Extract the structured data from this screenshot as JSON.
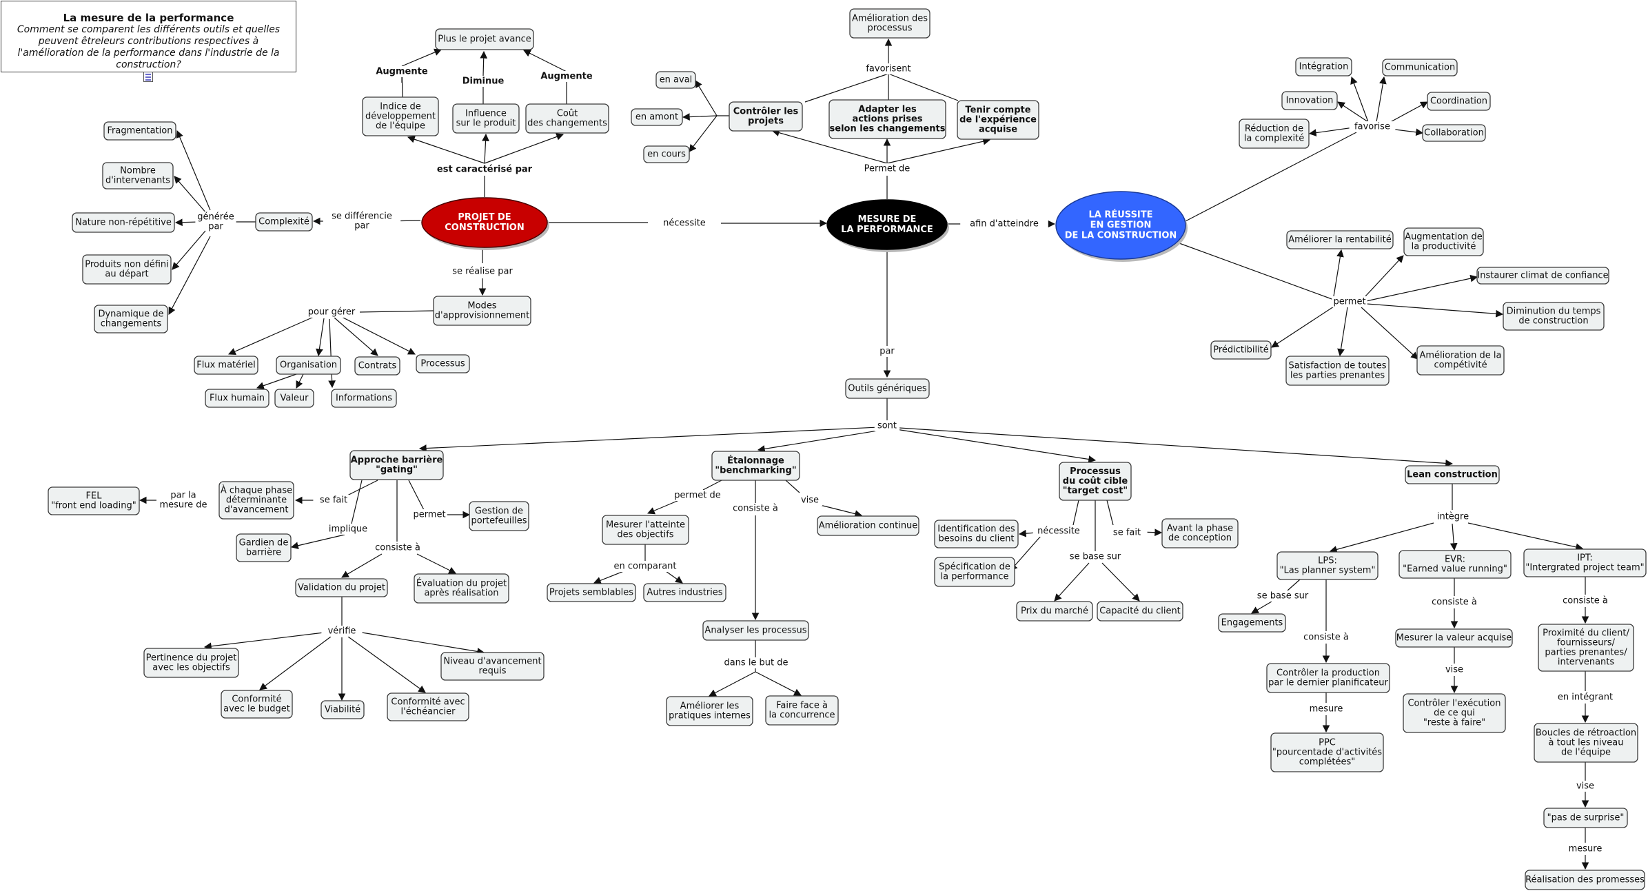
{
  "header": {
    "title": "La mesure de la performance",
    "question": "Comment se comparent les différents outils et quelles peuvent êtreleurs contributions respectives à l'amélioration de la performance dans l'industrie de la construction?"
  },
  "colors": {
    "projet": "#c80000",
    "mesure": "#000000",
    "reussite": "#3366ff",
    "node_fill": "#eef1f1"
  },
  "nodes": {
    "projet": [
      "PROJET DE",
      "CONSTRUCTION"
    ],
    "mesure": [
      "MESURE DE",
      "LA PERFORMANCE"
    ],
    "reussite": [
      "LA RÉUSSITE",
      "EN GESTION",
      "DE LA CONSTRUCTION"
    ],
    "plus_avance": [
      "Plus le projet avance"
    ],
    "indice": [
      "Indice de",
      "développement",
      "de l'équipe"
    ],
    "influence": [
      "Influence",
      "sur le produit"
    ],
    "cout_chg": [
      "Coût",
      "des changements"
    ],
    "complexite": [
      "Complexité"
    ],
    "fragmentation": [
      "Fragmentation"
    ],
    "nombre": [
      "Nombre",
      "d'intervenants"
    ],
    "nature": [
      "Nature non-répétitive"
    ],
    "produits": [
      "Produits non défini",
      "au départ"
    ],
    "dynamique": [
      "Dynamique de",
      "changements"
    ],
    "modes": [
      "Modes",
      "d'approvisionnement"
    ],
    "flux_mat": [
      "Flux matériel"
    ],
    "organisation": [
      "Organisation"
    ],
    "contrats": [
      "Contrats"
    ],
    "processus": [
      "Processus"
    ],
    "flux_hum": [
      "Flux humain"
    ],
    "valeur": [
      "Valeur"
    ],
    "informations": [
      "Informations"
    ],
    "controler": [
      "Contrôler les",
      "projets"
    ],
    "adapter": [
      "Adapter les",
      "actions prises",
      "selon les changements"
    ],
    "tenir": [
      "Tenir compte",
      "de l'expérience",
      "acquise"
    ],
    "amel_proc": [
      "Amélioration des",
      "processus"
    ],
    "aval": [
      "en aval"
    ],
    "amont": [
      "en amont"
    ],
    "cours": [
      "en cours"
    ],
    "integration": [
      "Intégration"
    ],
    "communication": [
      "Communication"
    ],
    "innovation": [
      "Innovation"
    ],
    "coordination": [
      "Coordination"
    ],
    "reduction": [
      "Réduction de",
      "la complexité"
    ],
    "collaboration": [
      "Collaboration"
    ],
    "rentabilite": [
      "Améliorer la rentabilité"
    ],
    "productivite": [
      "Augmentation de",
      "la productivité"
    ],
    "confiance": [
      "Instaurer climat de confiance"
    ],
    "diminution": [
      "Diminution du temps",
      "de construction"
    ],
    "predictibilite": [
      "Prédictibilité"
    ],
    "satisfaction": [
      "Satisfaction de toutes",
      "les parties prenantes"
    ],
    "competitivite": [
      "Amélioration de la",
      "compétivité"
    ],
    "outils": [
      "Outils génériques"
    ],
    "barriere": [
      "Approche barrière",
      "\"gating\""
    ],
    "etalonnage": [
      "Étalonnage",
      "\"benchmarking\""
    ],
    "cout_cible": [
      "Processus",
      "du coût cible",
      "\"target cost\""
    ],
    "lean": [
      "Lean construction"
    ],
    "chaque_phase": [
      "À chaque phase",
      "déterminante",
      "d'avancement"
    ],
    "fel": [
      "FEL",
      "\"front end loading\""
    ],
    "gestion_port": [
      "Gestion de",
      "portefeuilles"
    ],
    "gardien": [
      "Gardien de",
      "barrière"
    ],
    "validation": [
      "Validation du projet"
    ],
    "evaluation": [
      "Évaluation du projet",
      "après réalisation"
    ],
    "pertinence": [
      "Pertinence du projet",
      "avec les objectifs"
    ],
    "conf_budget": [
      "Conformité",
      "avec le budget"
    ],
    "viabilite": [
      "Viabilité"
    ],
    "conf_echeancier": [
      "Conformité avec",
      "l'échéancier"
    ],
    "niveau": [
      "Niveau d'avancement",
      "requis"
    ],
    "mesurer_atteinte": [
      "Mesurer l'atteinte",
      "des objectifs"
    ],
    "proj_semblables": [
      "Projets semblables"
    ],
    "autres_ind": [
      "Autres industries"
    ],
    "amel_continue": [
      "Amélioration continue"
    ],
    "analyser": [
      "Analyser les processus"
    ],
    "ameliorer_prat": [
      "Améliorer les",
      "pratiques internes"
    ],
    "faire_face": [
      "Faire face à",
      "la concurrence"
    ],
    "identification": [
      "Identification des",
      "besoins du client"
    ],
    "specification": [
      "Spécification de",
      "la performance"
    ],
    "avant_phase": [
      "Avant la phase",
      "de conception"
    ],
    "prix_marche": [
      "Prix du marché"
    ],
    "capacite": [
      "Capacité du client"
    ],
    "lps": [
      "LPS:",
      "\"Las planner system\""
    ],
    "evr": [
      "EVR:",
      "\"Earned value running\""
    ],
    "ipt": [
      "IPT:",
      "\"Intergrated project team\""
    ],
    "engagements": [
      "Engagements"
    ],
    "controler_prod": [
      "Contrôler la production",
      "par le dernier planificateur"
    ],
    "ppc": [
      "PPC",
      "\"pourcentade d'activités",
      "complétées\""
    ],
    "mesurer_valeur": [
      "Mesurer la valeur acquise"
    ],
    "controler_exec": [
      "Contrôler l'exécution",
      "de ce qui",
      "\"reste à faire\""
    ],
    "proximite": [
      "Proximité du client/",
      "fournisseurs/",
      "parties prenantes/",
      "intervenants"
    ],
    "boucles": [
      "Boucles de rétroaction",
      "à tout les niveau",
      "de l'équipe"
    ],
    "pas_surprise": [
      "\"pas de surprise\""
    ],
    "realisation": [
      "Réalisation des promesses"
    ]
  },
  "links": {
    "augmente1": "Augmente",
    "diminue": "Diminue",
    "augmente2": "Augmente",
    "est_caracterise": "est caractérisé par",
    "generee_par": [
      "générée",
      "par"
    ],
    "se_differencie": [
      "se différencie",
      "par"
    ],
    "necessite": "nécessite",
    "se_realise": "se réalise par",
    "pour_gerer": "pour gérer",
    "permet_de": "Permet de",
    "favorisent": "favorisent",
    "afin": "afin d'atteindre",
    "favorise": "favorise",
    "permet": "permet",
    "par": "par",
    "sont": "sont",
    "se_fait1": "se fait",
    "par_la_mesure": [
      "par la",
      "mesure de"
    ],
    "implique": "implique",
    "permet2": "permet",
    "consiste_a1": "consiste à",
    "verifie": "vérifie",
    "permet_de2": "permet de",
    "vise1": "vise",
    "consiste_a2": "consiste à",
    "en_comparant": "en comparant",
    "dans_le_but": "dans le but de",
    "necessite2": "nécessite",
    "se_fait2": "se fait",
    "se_base_sur": "se base sur",
    "integre": "intègre",
    "se_base_sur2": "se base sur",
    "consiste_a3": "consiste à",
    "mesure1": "mesure",
    "consiste_a4": "consiste à",
    "vise2": "vise",
    "consiste_a5": "consiste à",
    "en_integrant": "en intégrant",
    "vise3": "vise",
    "mesure2": "mesure"
  }
}
